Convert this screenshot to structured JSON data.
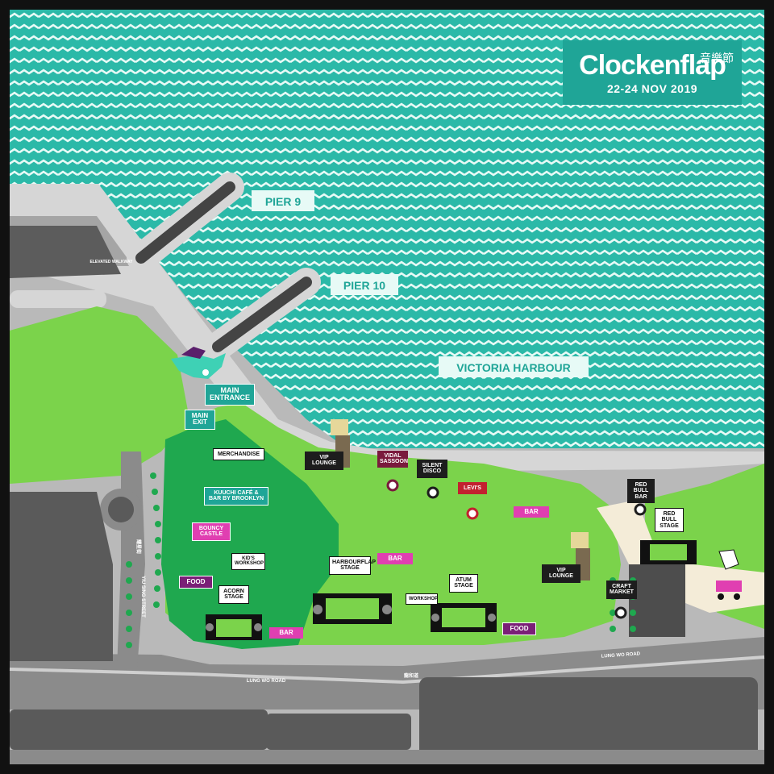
{
  "brand": {
    "name": "Clockenflap",
    "name_zh": "音樂節",
    "dates": "22-24 NOV 2019"
  },
  "colors": {
    "water": "#2bb9a8",
    "water_wave": "#e7faf6",
    "grass_light": "#7bd34b",
    "grass_dark": "#1fa84f",
    "road": "#8b8b8b",
    "road_dark": "#5a5a5a",
    "walkway": "#cfcfcf",
    "brand": "#1fa597",
    "venue_magenta": "#7a1f77",
    "venue_pink": "#e03fb1"
  },
  "water_labels": {
    "pier9": "PIER 9",
    "pier10": "PIER 10",
    "harbour": "VICTORIA HARBOUR"
  },
  "streets": {
    "elevated_walkway": "ELEVATED WALKWAY",
    "lung_wo_road_left": "LUNG WO ROAD",
    "lung_wo_road_zh": "龍和道",
    "lung_wo_road_right": "LUNG WO ROAD",
    "yiu_sing_street": "YIU SING STREET",
    "yiu_sing_street_zh": "耀星街"
  },
  "entrances": {
    "main_entrance": "MAIN ENTRANCE",
    "main_exit": "MAIN EXIT"
  },
  "venues": {
    "merchandise": "MERCHANDISE",
    "kuuchi_cafe": "KUUCHI CAFÉ & BAR BY BROOKLYN",
    "bouncy_castle": "BOUNCY CASTLE",
    "kids_workshop": "KID'S WORKSHOP",
    "food_left": "FOOD",
    "acorn_stage": "ACORN STAGE",
    "bar_bottom": "BAR",
    "harbourflap_stage": "HARBOURFLAP STAGE",
    "bar_middle": "BAR",
    "workshop": "WORKSHOP",
    "atum_stage": "ATUM STAGE",
    "food_right": "FOOD",
    "vip_lounge_left": "VIP LOUNGE",
    "vidal_sassoon": "VIDAL SASSOON",
    "silent_disco": "SILENT DISCO",
    "levis": "LEVI'S",
    "bar_top": "BAR",
    "vip_lounge_right": "VIP LOUNGE",
    "craft_market": "CRAFT MARKET",
    "red_bull_bar": "RED BULL BAR",
    "red_bull_stage": "RED BULL STAGE"
  }
}
